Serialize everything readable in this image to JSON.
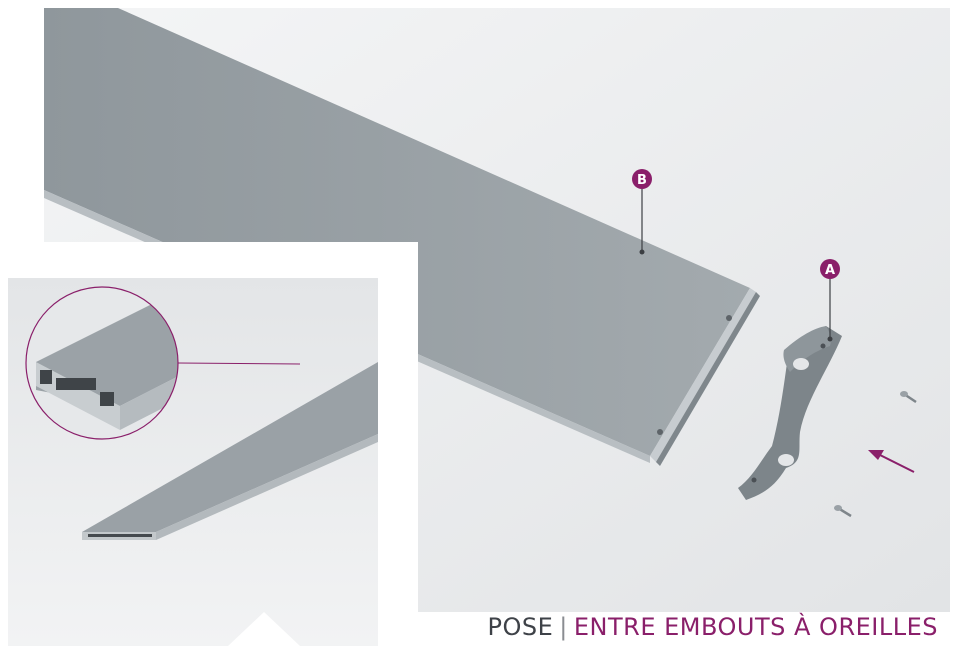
{
  "caption": {
    "prefix": "POSE",
    "separator": "|",
    "title": "ENTRE EMBOUTS À OREILLES"
  },
  "callouts": {
    "a": "A",
    "b": "B"
  },
  "colors": {
    "accent": "#8a1f6a",
    "profile_top": "#98a0a5",
    "profile_edge": "#b9bfc3",
    "background_grey": "#e9ebec"
  }
}
